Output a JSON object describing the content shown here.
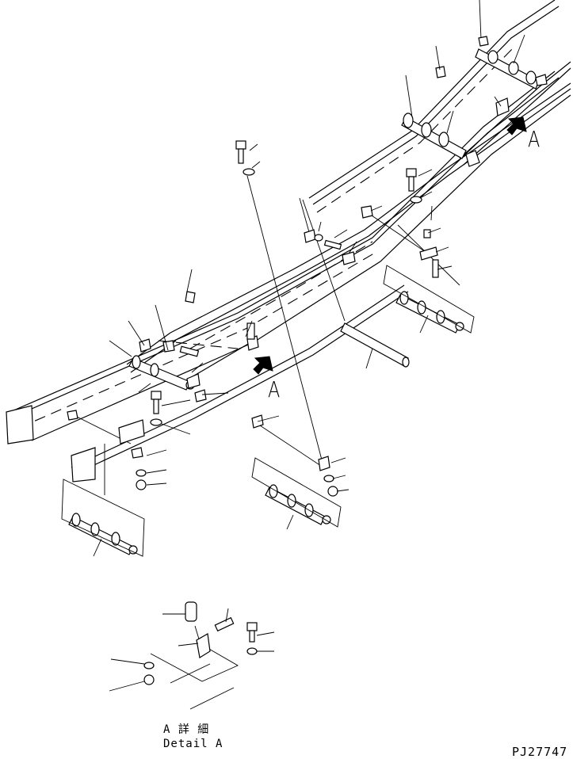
{
  "view_labels": {
    "a_upper_right": "A",
    "a_middle": "A"
  },
  "detail": {
    "title_jp": "A 詳 細",
    "title_en": "Detail A"
  },
  "drawing_code": "PJ27747",
  "icons": {
    "view_arrow": "view-direction-arrow-icon"
  },
  "colors": {
    "line": "#000000",
    "background": "#ffffff"
  }
}
